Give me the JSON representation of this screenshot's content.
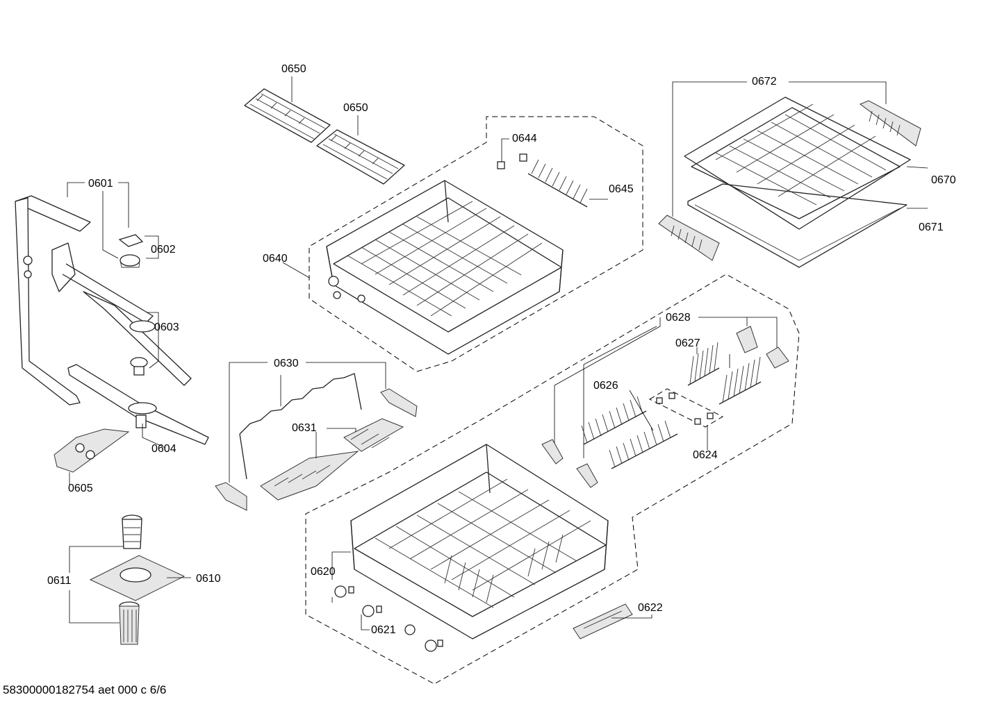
{
  "labels": {
    "p0650a": "0650",
    "p0650b": "0650",
    "p0644": "0644",
    "p0645": "0645",
    "p0640": "0640",
    "p0672": "0672",
    "p0670": "0670",
    "p0671": "0671",
    "p0601": "0601",
    "p0602": "0602",
    "p0603": "0603",
    "p0604": "0604",
    "p0605": "0605",
    "p0630": "0630",
    "p0631": "0631",
    "p0628": "0628",
    "p0627": "0627",
    "p0626": "0626",
    "p0624": "0624",
    "p0611": "0611",
    "p0610": "0610",
    "p0620": "0620",
    "p0621": "0621",
    "p0622": "0622"
  },
  "footer": "58300000182754 aet 000 c 6/6"
}
